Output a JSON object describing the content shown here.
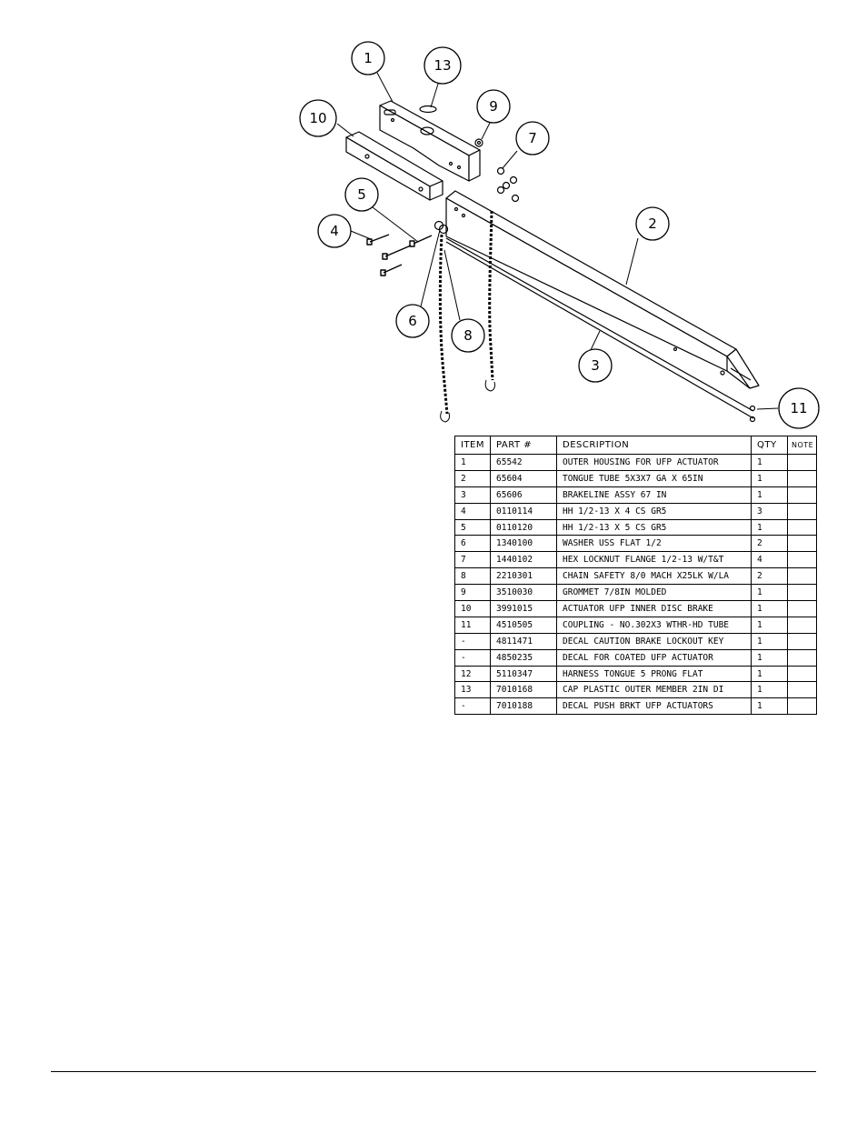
{
  "callouts": {
    "c1": "1",
    "c2": "2",
    "c3": "3",
    "c4": "4",
    "c5": "5",
    "c6": "6",
    "c7": "7",
    "c8": "8",
    "c9": "9",
    "c10": "10",
    "c11": "11",
    "c13": "13"
  },
  "table": {
    "headers": [
      "ITEM",
      "PART #",
      "DESCRIPTION",
      "QTY",
      "NOTE"
    ],
    "rows": [
      [
        "1",
        "65542",
        "OUTER HOUSING FOR UFP ACTUATOR",
        "1",
        ""
      ],
      [
        "2",
        "65604",
        "TONGUE TUBE 5X3X7 GA X 65IN",
        "1",
        ""
      ],
      [
        "3",
        "65606",
        "BRAKELINE ASSY 67 IN",
        "1",
        ""
      ],
      [
        "4",
        "0110114",
        "HH 1/2-13 X 4 CS GR5",
        "3",
        ""
      ],
      [
        "5",
        "0110120",
        "HH 1/2-13 X 5 CS GR5",
        "1",
        ""
      ],
      [
        "6",
        "1340100",
        "WASHER USS FLAT 1/2",
        "2",
        ""
      ],
      [
        "7",
        "1440102",
        "HEX LOCKNUT FLANGE 1/2-13 W/T&T",
        "4",
        ""
      ],
      [
        "8",
        "2210301",
        "CHAIN SAFETY 8/0 MACH X25LK W/LA",
        "2",
        ""
      ],
      [
        "9",
        "3510030",
        "GROMMET  7/8IN MOLDED",
        "1",
        ""
      ],
      [
        "10",
        "3991015",
        "ACTUATOR UFP INNER  DISC BRAKE",
        "1",
        ""
      ],
      [
        "11",
        "4510505",
        "COUPLING - NO.302X3 WTHR-HD TUBE",
        "1",
        ""
      ],
      [
        "-",
        "4811471",
        "DECAL CAUTION BRAKE LOCKOUT KEY",
        "1",
        ""
      ],
      [
        "-",
        "4850235",
        "DECAL FOR COATED UFP ACTUATOR",
        "1",
        ""
      ],
      [
        "12",
        "5110347",
        "HARNESS  TONGUE 5 PRONG FLAT",
        "1",
        ""
      ],
      [
        "13",
        "7010168",
        "CAP  PLASTIC OUTER MEMBER 2IN DI",
        "1",
        ""
      ],
      [
        "-",
        "7010188",
        "DECAL PUSH BRKT UFP ACTUATORS",
        "1",
        ""
      ]
    ]
  }
}
